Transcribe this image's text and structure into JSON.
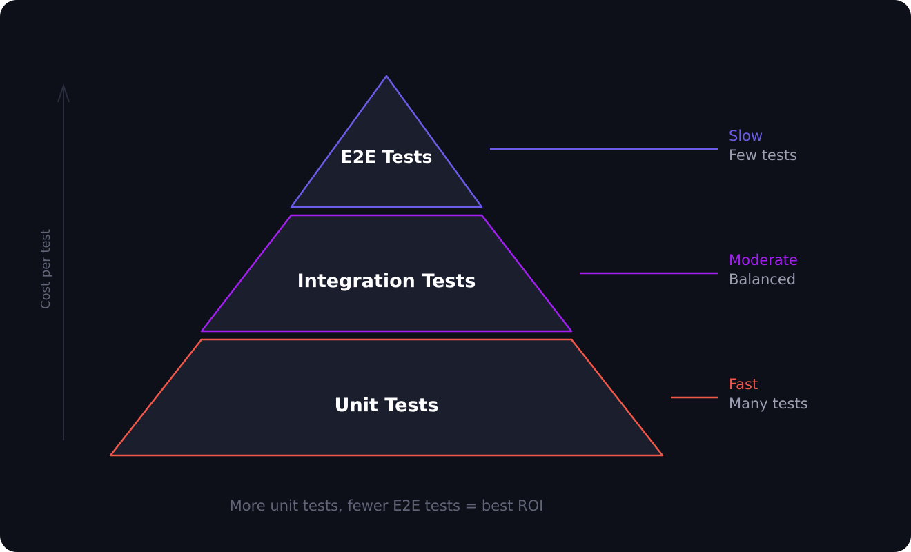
{
  "colors": {
    "background": "#0e1019",
    "tier_fill": "#1a1e2d",
    "e2e": "#6a5ce6",
    "integration": "#a21ff0",
    "unit": "#f1584a",
    "axis": "#2a2d3d",
    "muted_text": "#5f6477",
    "volume_text": "#9a9fb2"
  },
  "axis": {
    "label": "Cost per test",
    "icon": "arrow-up-icon"
  },
  "tiers": {
    "e2e": {
      "label": "E2E Tests",
      "speed": "Slow",
      "volume": "Few tests"
    },
    "integration": {
      "label": "Integration Tests",
      "speed": "Moderate",
      "volume": "Balanced"
    },
    "unit": {
      "label": "Unit Tests",
      "speed": "Fast",
      "volume": "Many tests"
    }
  },
  "footer": {
    "caption": "More unit tests, fewer E2E tests = best ROI"
  }
}
